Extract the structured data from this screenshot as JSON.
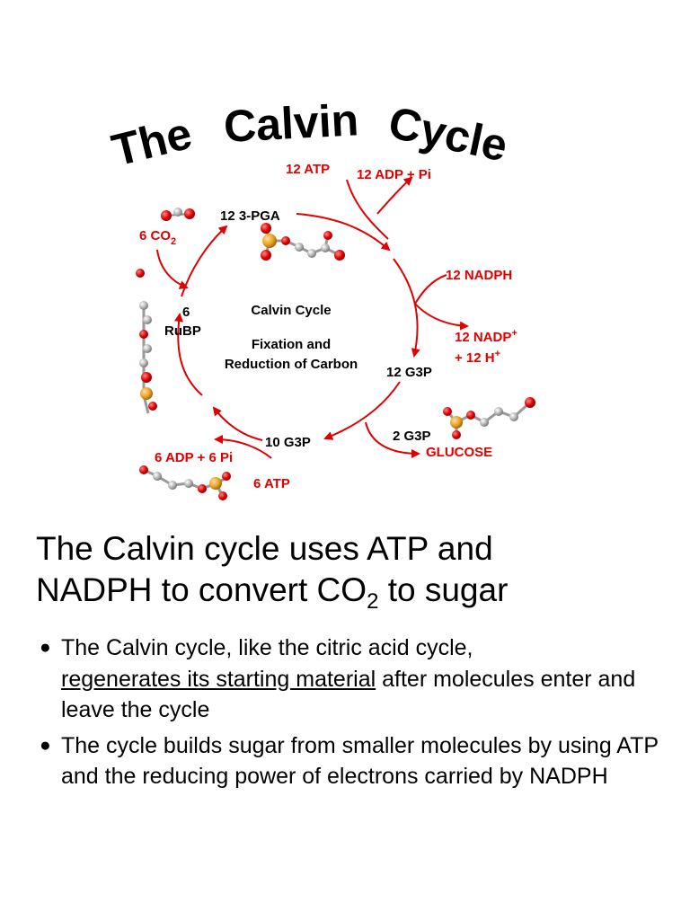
{
  "diagram": {
    "title": "The Calvin Cycle",
    "center_title": "Calvin Cycle",
    "center_line1": "Fixation and",
    "center_line2": "Reduction of Carbon",
    "labels": {
      "atp12": "12 ATP",
      "adp12": "12 ADP + Pi",
      "pga": "12 3-PGA",
      "co2_main": "6 CO",
      "co2_sub": "2",
      "rubp_num": "6",
      "rubp": "RuBP",
      "nadph": "12 NADPH",
      "nadp_main": "12 NADP",
      "nadp_sup": "+",
      "h_main": "+ 12 H",
      "h_sup": "+",
      "g3p12": "12 G3P",
      "g3p2": "2 G3P",
      "glucose": "GLUCOSE",
      "g3p10": "10 G3P",
      "adp6": "6 ADP + 6 Pi",
      "atp6": "6 ATP"
    },
    "colors": {
      "arrow": "#e00000",
      "oxygen": "#e00000",
      "carbon": "#aaaaaa",
      "phosphorus": "#e8a020"
    }
  },
  "heading": {
    "line1": "The Calvin cycle uses ATP and",
    "line2_a": "NADPH to convert CO",
    "line2_sub": "2",
    "line2_b": " to sugar"
  },
  "bullets": [
    {
      "marker": "●",
      "text_a": "The Calvin cycle, like the citric acid cycle,",
      "underlined": "regenerates its starting material",
      "text_b": " after molecules enter and leave the cycle"
    },
    {
      "marker": "●",
      "text": "The cycle builds sugar from smaller molecules by using ATP and the reducing power of electrons carried by NADPH"
    }
  ]
}
